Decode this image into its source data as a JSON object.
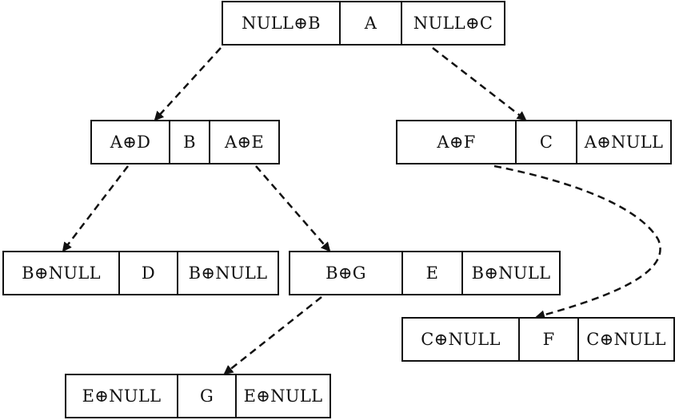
{
  "diagram": {
    "nodes": [
      {
        "id": "A",
        "left": "NULL⊕B",
        "data": "A",
        "right": "NULL⊕C"
      },
      {
        "id": "B",
        "left": "A⊕D",
        "data": "B",
        "right": "A⊕E"
      },
      {
        "id": "C",
        "left": "A⊕F",
        "data": "C",
        "right": "A⊕NULL"
      },
      {
        "id": "D",
        "left": "B⊕NULL",
        "data": "D",
        "right": "B⊕NULL"
      },
      {
        "id": "E",
        "left": "B⊕G",
        "data": "E",
        "right": "B⊕NULL"
      },
      {
        "id": "F",
        "left": "C⊕NULL",
        "data": "F",
        "right": "C⊕NULL"
      },
      {
        "id": "G",
        "left": "E⊕NULL",
        "data": "G",
        "right": "E⊕NULL"
      }
    ],
    "edges": [
      {
        "from": "A",
        "to": "B"
      },
      {
        "from": "A",
        "to": "C"
      },
      {
        "from": "B",
        "to": "D"
      },
      {
        "from": "B",
        "to": "E"
      },
      {
        "from": "C",
        "to": "F"
      },
      {
        "from": "E",
        "to": "G"
      }
    ],
    "line_color": "#111111"
  }
}
